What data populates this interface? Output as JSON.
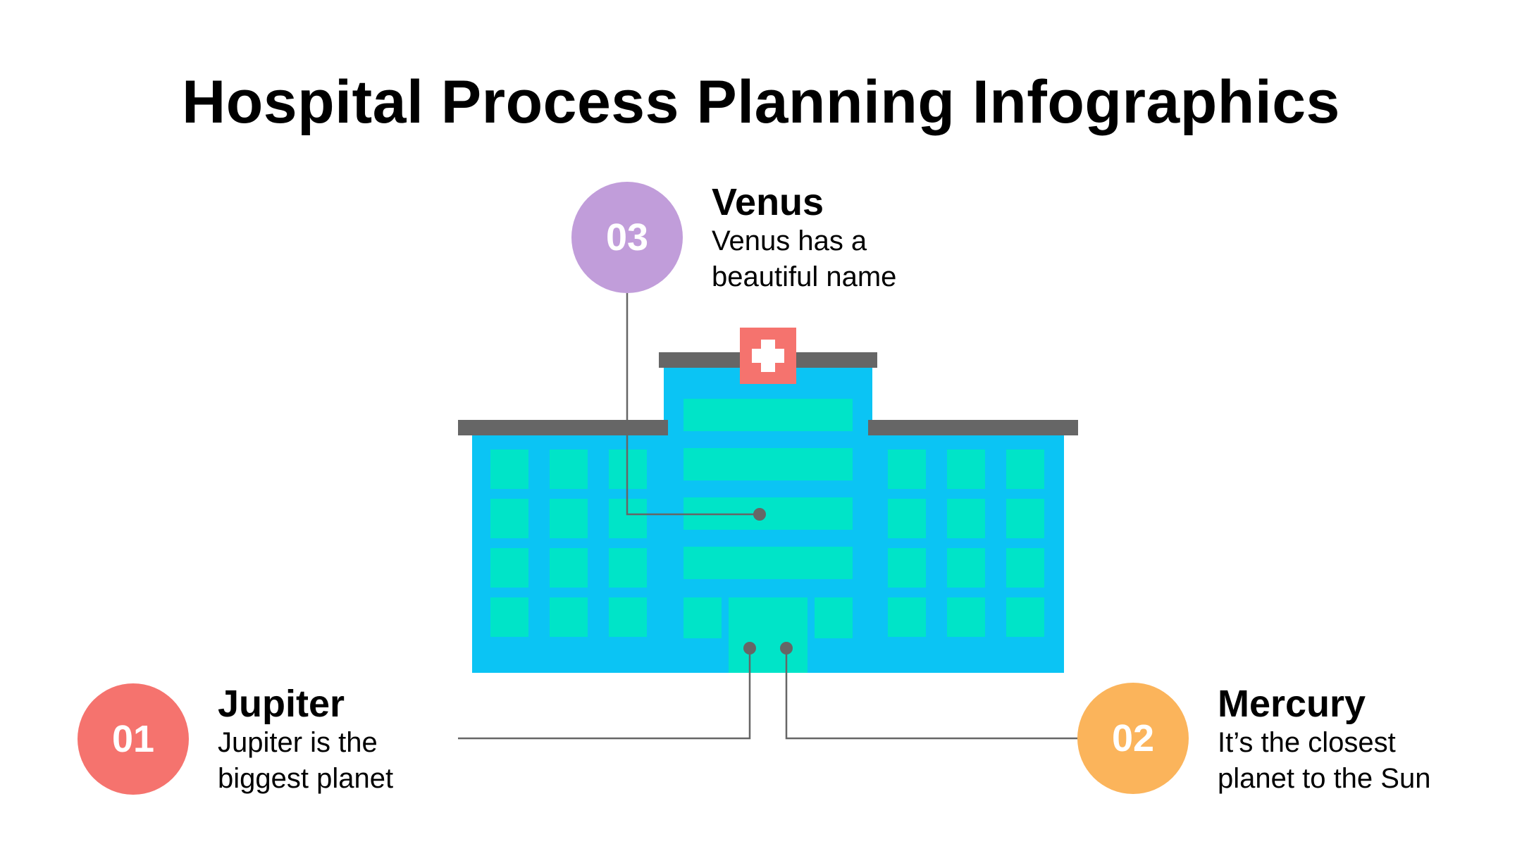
{
  "title": "Hospital Process Planning Infographics",
  "colors": {
    "building": "#0BC4F4",
    "windows": "#00E4C8",
    "roof": "#666666",
    "cross_box": "#F5736E",
    "connector": "#666666"
  },
  "steps": [
    {
      "number": "01",
      "title": "Jupiter",
      "description": "Jupiter is the\nbiggest planet",
      "color": "#F5736E"
    },
    {
      "number": "02",
      "title": "Mercury",
      "description": "It’s the closest\nplanet to the Sun",
      "color": "#FBB45B"
    },
    {
      "number": "03",
      "title": "Venus",
      "description": "Venus has a\nbeautiful name",
      "color": "#C19DDA"
    }
  ],
  "icons": {
    "building": "hospital-building-icon",
    "cross": "medical-cross-icon"
  }
}
